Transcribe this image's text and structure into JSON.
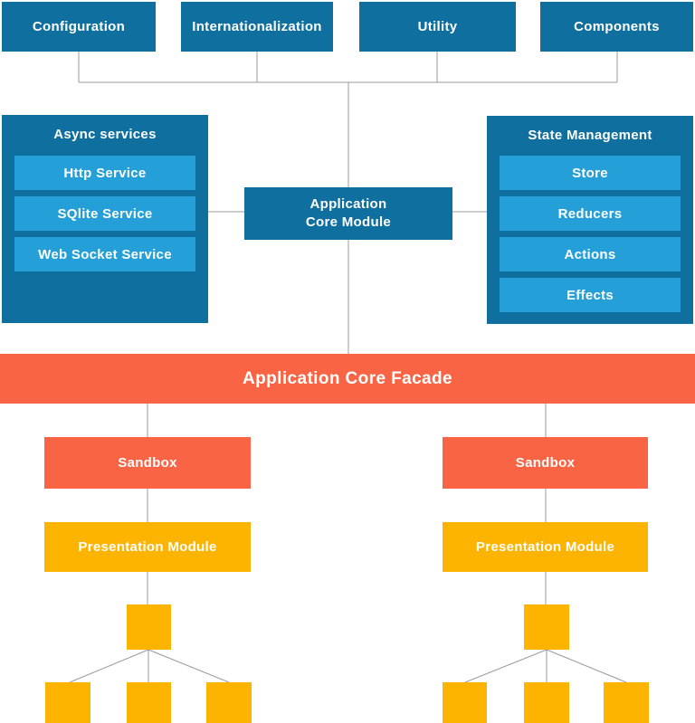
{
  "diagram": {
    "top_modules": [
      "Configuration",
      "Internationalization",
      "Utility",
      "Components"
    ],
    "async_services": {
      "title": "Async services",
      "items": [
        "Http Service",
        "SQlite Service",
        "Web Socket Service"
      ]
    },
    "core_module": {
      "label": "Application\nCore Module"
    },
    "state_management": {
      "title": "State Management",
      "items": [
        "Store",
        "Reducers",
        "Actions",
        "Effects"
      ]
    },
    "facade_label": "Application Core Facade",
    "branches": [
      {
        "sandbox_label": "Sandbox",
        "presentation_label": "Presentation Module"
      },
      {
        "sandbox_label": "Sandbox",
        "presentation_label": "Presentation Module"
      }
    ],
    "colors": {
      "dark_blue": "#0f6f9f",
      "light_blue": "#249fd8",
      "orange": "#f96544",
      "yellow": "#fcb400",
      "connector_line": "#9b9b9b",
      "label_text": "#ffffff"
    }
  }
}
